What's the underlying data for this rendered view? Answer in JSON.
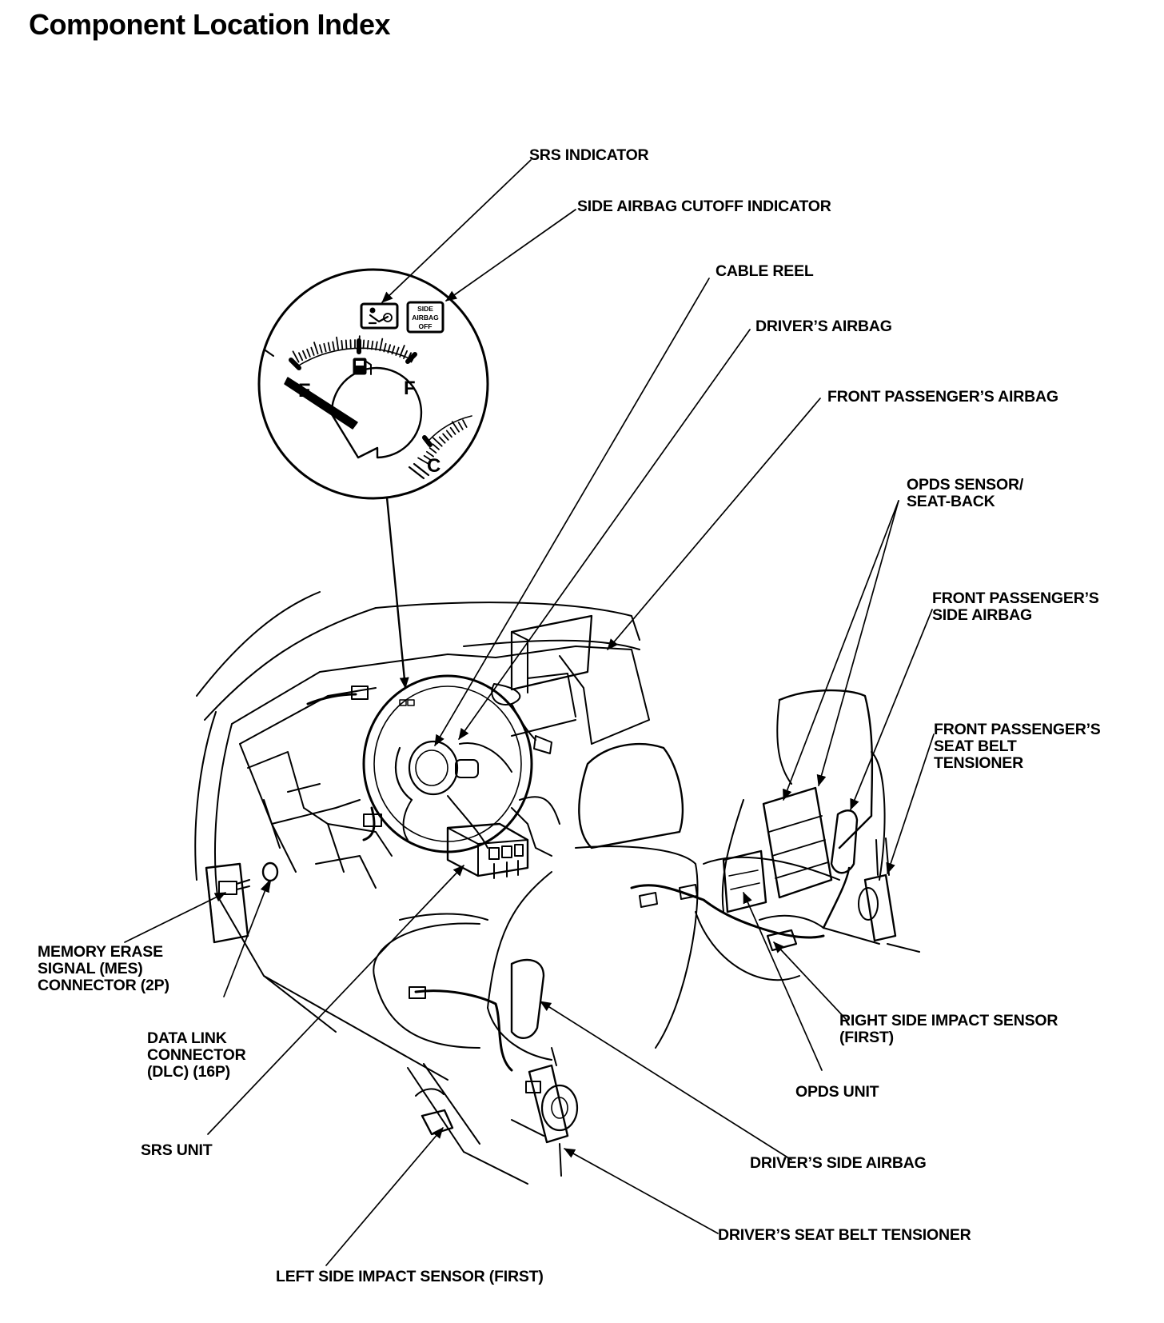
{
  "title": "Component Location Index",
  "labels": {
    "srs_indicator": [
      "SRS INDICATOR"
    ],
    "side_airbag_cutoff_indicator": [
      "SIDE AIRBAG CUTOFF INDICATOR"
    ],
    "cable_reel": [
      "CABLE REEL"
    ],
    "drivers_airbag": [
      "DRIVER’S AIRBAG"
    ],
    "front_passengers_airbag": [
      "FRONT PASSENGER’S AIRBAG"
    ],
    "opds_sensor": [
      "OPDS SENSOR/",
      "SEAT-BACK"
    ],
    "front_passengers_side_airbag": [
      "FRONT PASSENGER’S",
      "SIDE AIRBAG"
    ],
    "front_passengers_seat_belt_tensioner": [
      "FRONT PASSENGER’S",
      "SEAT BELT",
      "TENSIONER"
    ],
    "memory_erase_signal_connector": [
      "MEMORY ERASE",
      "SIGNAL (MES)",
      "CONNECTOR (2P)"
    ],
    "data_link_connector": [
      "DATA LINK",
      "CONNECTOR",
      "(DLC) (16P)"
    ],
    "srs_unit": [
      "SRS UNIT"
    ],
    "right_side_impact_sensor": [
      "RIGHT SIDE IMPACT SENSOR",
      "(FIRST)"
    ],
    "opds_unit": [
      "OPDS UNIT"
    ],
    "drivers_side_airbag": [
      "DRIVER’S SIDE AIRBAG"
    ],
    "drivers_seat_belt_tensioner": [
      "DRIVER’S SEAT BELT TENSIONER"
    ],
    "left_side_impact_sensor": [
      "LEFT SIDE IMPACT SENSOR (FIRST)"
    ]
  },
  "gauge": {
    "empty_mark": "E",
    "full_mark": "F",
    "cold_mark": "C",
    "side_airbag_off_icon_text": [
      "SIDE",
      "AIRBAG",
      "OFF"
    ]
  },
  "icons": [
    "srs-airbag-warning-icon",
    "side-airbag-off-icon",
    "fuel-pump-icon"
  ]
}
